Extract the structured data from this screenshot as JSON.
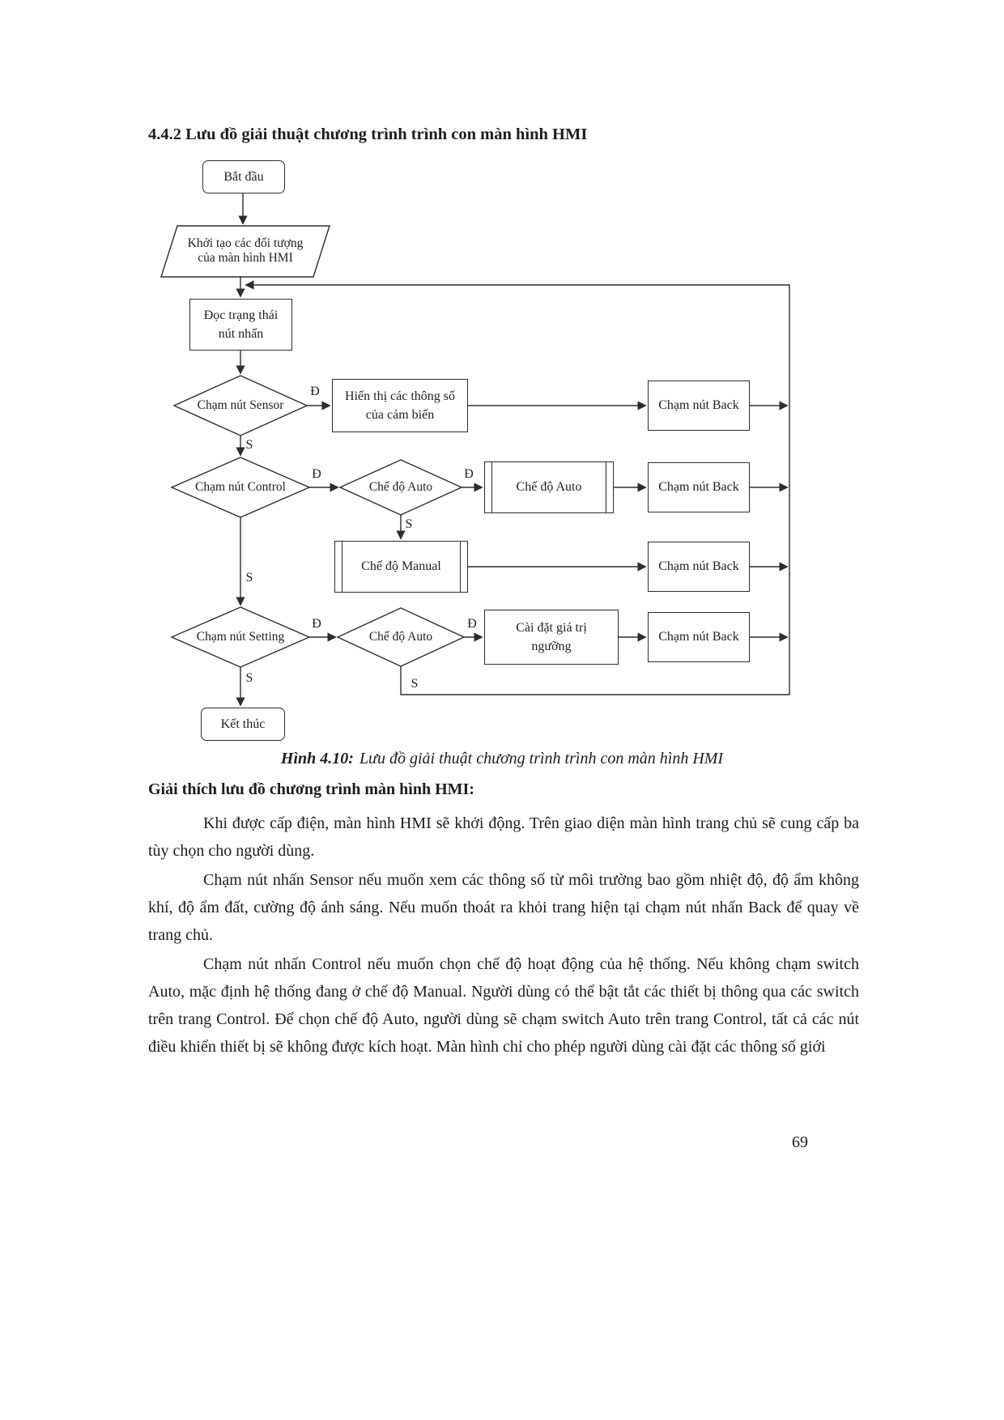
{
  "page": {
    "section_title": "4.4.2 Lưu đồ giải thuật chương trình trình con màn hình HMI",
    "caption": {
      "label": "Hình 4.10:",
      "text": "Lưu đồ giải thuật chương trình trình con màn hình HMI"
    },
    "explain_heading": "Giải thích lưu đồ chương trình màn hình HMI:",
    "paragraphs": {
      "p1": "Khi được cấp điện, màn hình HMI sẽ khởi động. Trên giao diện màn hình trang chủ sẽ cung cấp ba tùy chọn cho người dùng.",
      "p2": "Chạm nút nhấn Sensor nếu muốn xem các thông số từ môi trường bao gồm nhiệt độ, độ ẩm không khí, độ ẩm đất, cường độ ánh sáng. Nếu muốn thoát ra khỏi trang hiện tại chạm nút nhấn Back để quay về trang chủ.",
      "p3": "Chạm nút nhấn Control nếu muốn chọn chế độ hoạt động của hệ thống. Nếu không chạm switch Auto, mặc định hệ thống đang ở chế độ Manual. Người dùng có thể bật tắt các thiết bị thông qua các switch trên trang Control. Để chọn chế độ Auto, người dùng sẽ chạm switch Auto trên trang Control, tất cả các nút điều khiển thiết bị sẽ không được kích hoạt. Màn hình chỉ cho phép người dùng cài đặt các thông số giới"
    },
    "page_number": "69"
  },
  "flowchart": {
    "nodes": {
      "start": "Bắt đầu",
      "init": {
        "line1": "Khởi tạo các đối tượng",
        "line2": "của màn hình HMI"
      },
      "read": {
        "line1": "Đọc trạng thái",
        "line2": "nút nhấn"
      },
      "sensor_decision": "Chạm nút Sensor",
      "display": {
        "line1": "Hiển thị các thông số",
        "line2": "của cảm biến"
      },
      "back": "Chạm nút Back",
      "control_decision": "Chạm nút Control",
      "auto_decision": "Chế độ Auto",
      "auto_process": "Chế độ Auto",
      "manual_process": "Chế độ Manual",
      "setting_decision": "Chạm nút Setting",
      "auto_decision2": "Chế độ Auto",
      "threshold": {
        "line1": "Cài đặt giá trị",
        "line2": "ngưỡng"
      },
      "end": "Kết thúc"
    },
    "labels": {
      "yes": "Đ",
      "no": "S"
    }
  }
}
